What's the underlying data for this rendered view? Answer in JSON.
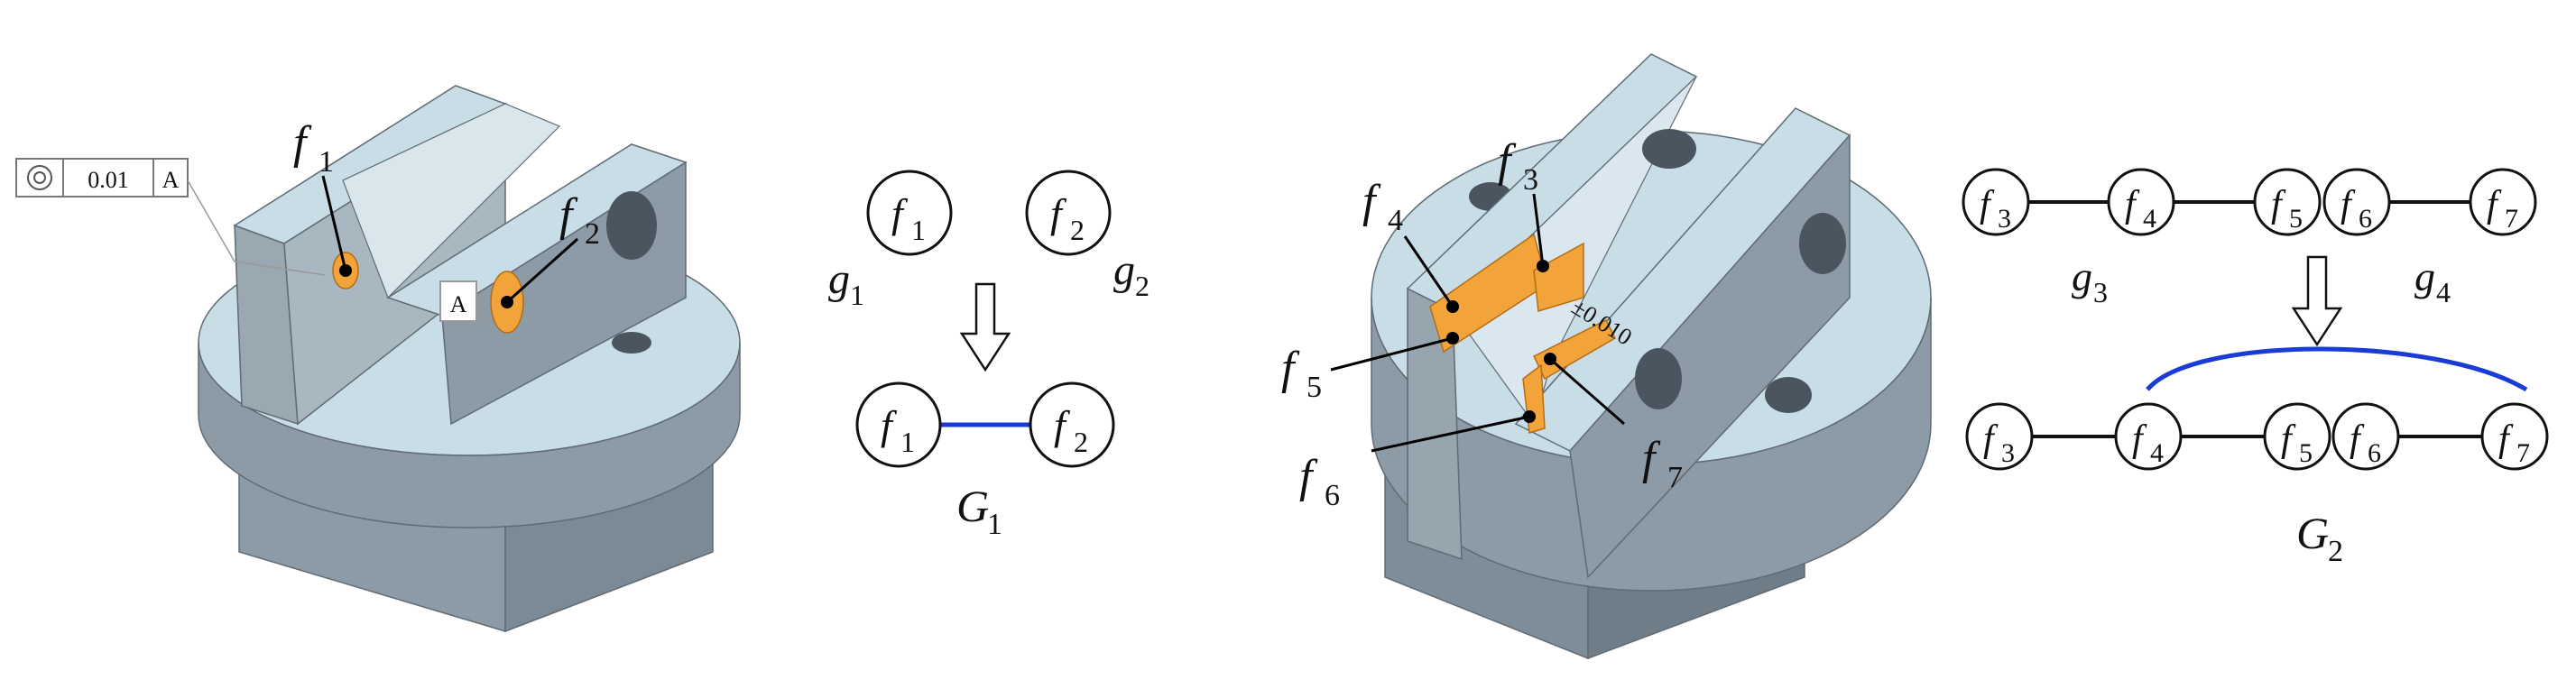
{
  "tolerance_frame": {
    "symbol": "concentricity-icon",
    "value": "0.01",
    "datum": "A"
  },
  "datum_tag": "A",
  "dim_text": "±0.010",
  "diagram1": {
    "nodes": [
      {
        "id": "n1",
        "letter": "f",
        "sub": "1"
      },
      {
        "id": "n2",
        "letter": "f",
        "sub": "2"
      }
    ],
    "groups": [
      {
        "letter": "g",
        "sub": "1"
      },
      {
        "letter": "g",
        "sub": "2"
      }
    ],
    "result": {
      "letter": "G",
      "sub": "1"
    }
  },
  "diagram2": {
    "nodes": [
      {
        "letter": "f",
        "sub": "3"
      },
      {
        "letter": "f",
        "sub": "4"
      },
      {
        "letter": "f",
        "sub": "5"
      },
      {
        "letter": "f",
        "sub": "6"
      },
      {
        "letter": "f",
        "sub": "7"
      }
    ],
    "groups": [
      {
        "letter": "g",
        "sub": "3"
      },
      {
        "letter": "g",
        "sub": "4"
      }
    ],
    "result": {
      "letter": "G",
      "sub": "2"
    }
  },
  "part1_callouts": [
    {
      "letter": "f",
      "sub": "1"
    },
    {
      "letter": "f",
      "sub": "2"
    }
  ],
  "part2_callouts": [
    {
      "letter": "f",
      "sub": "3"
    },
    {
      "letter": "f",
      "sub": "4"
    },
    {
      "letter": "f",
      "sub": "5"
    },
    {
      "letter": "f",
      "sub": "6"
    },
    {
      "letter": "f",
      "sub": "7"
    }
  ],
  "colors": {
    "part_top": "#c9dde6",
    "part_side": "#8d9ba6",
    "part_dark": "#6f7d88",
    "highlight": "#f2a43a",
    "edge": "#1a73e8",
    "node_stroke": "#111111"
  }
}
